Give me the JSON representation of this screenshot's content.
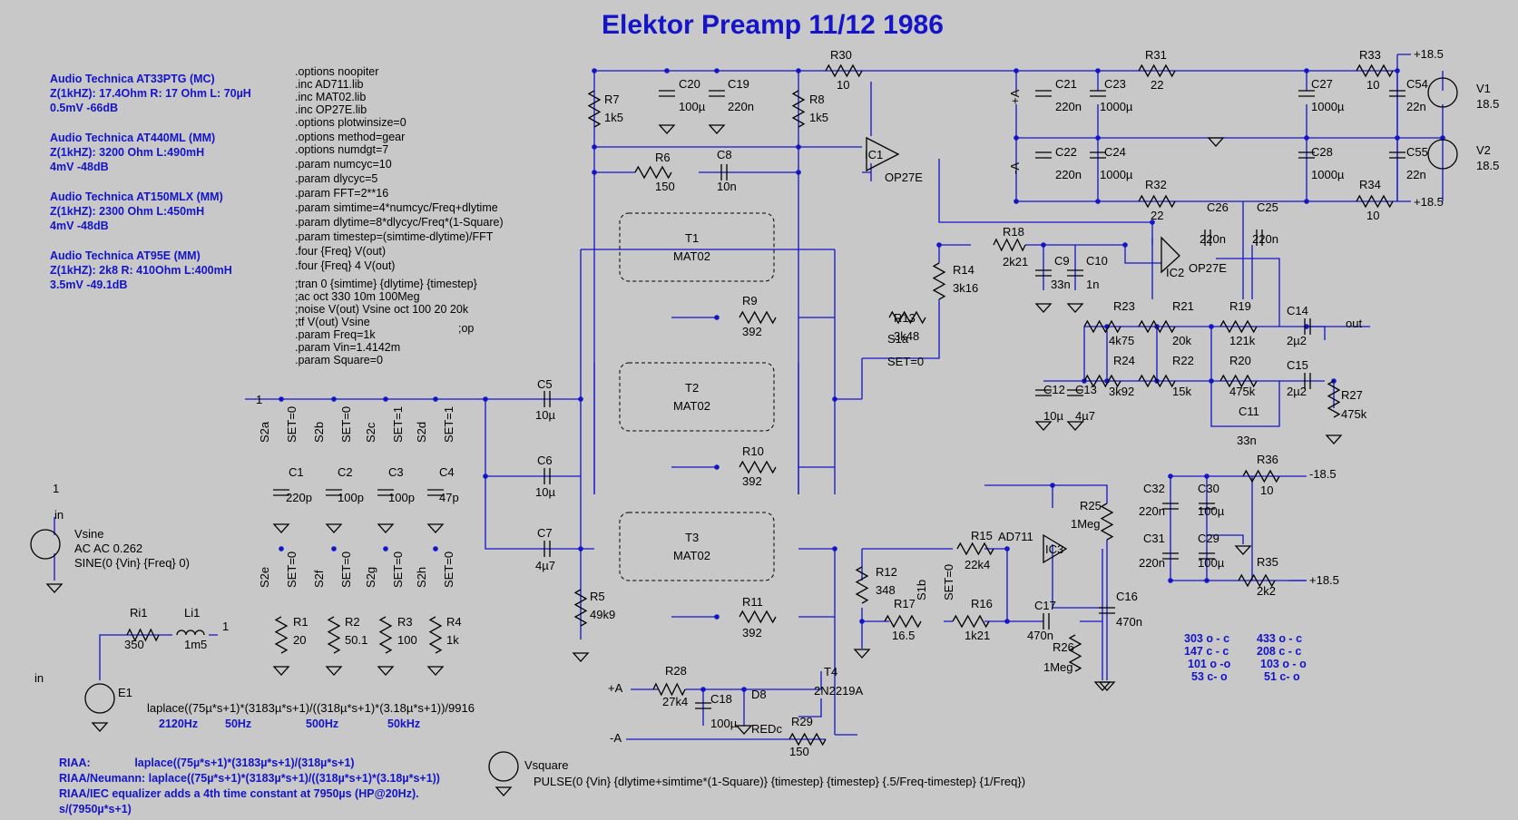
{
  "title": "Elektor Preamp 11/12 1986",
  "cartridges": [
    {
      "name": "Audio Technica AT33PTG (MC)",
      "spec": "Z(1kHZ): 17.4Ohm R: 17 Ohm L: 70µH",
      "level": "0.5mV -66dB"
    },
    {
      "name": "Audio Technica AT440ML (MM)",
      "spec": "Z(1kHZ): 3200 Ohm L:490mH",
      "level": "4mV -48dB"
    },
    {
      "name": "Audio Technica AT150MLX (MM)",
      "spec": "Z(1kHZ): 2300 Ohm L:450mH",
      "level": "4mV -48dB"
    },
    {
      "name": "Audio Technica AT95E (MM)",
      "spec": "Z(1kHZ): 2k8 R: 410Ohm  L:400mH",
      "level": "3.5mV -49.1dB"
    }
  ],
  "directives": [
    ".options noopiter",
    ".inc AD711.lib",
    ".inc MAT02.lib",
    ".inc OP27E.lib",
    ".options plotwinsize=0",
    ".options method=gear",
    ".options numdgt=7",
    ".param numcyc=10",
    ".param dlycyc=5",
    ".param FFT=2**16",
    ".param simtime=4*numcyc/Freq+dlytime",
    ".param dlytime=8*dlycyc/Freq*(1-Square)",
    ".param timestep=(simtime-dlytime)/FFT",
    ".four {Freq} V(out)",
    ".four {Freq} 4 V(out)",
    ";tran 0 {simtime} {dlytime} {timestep}",
    ";ac oct 330 10m 100Meg",
    ";noise V(out) Vsine oct 100 20 20k",
    ";tf V(out) Vsine",
    ".param Freq=1k",
    ".param Vin=1.4142m",
    ".param Square=0"
  ],
  "op_note": ";op",
  "sources": {
    "vsine_name": "Vsine",
    "vsine_ac": "AC AC 0.262",
    "vsine_sine": "SINE(0 {Vin} {Freq} 0)",
    "vsquare_name": "Vsquare",
    "vsquare_pulse": "PULSE(0 {Vin} {dlytime+simtime*(1-Square)} {timestep} {timestep} {.5/Freq-timestep} {1/Freq})",
    "e1_name": "E1",
    "e1_expr": "laplace((75µ*s+1)*(3183µ*s+1)/((318µ*s+1)*(3.18µ*s+1))/9916",
    "node_in": "in",
    "node_1": "1",
    "port_1": "1",
    "out": "out"
  },
  "freq_labels": [
    "2120Hz",
    "50Hz",
    "500Hz",
    "50kHz"
  ],
  "riaa": [
    "RIAA:              laplace((75µ*s+1)*(3183µ*s+1)/(318µ*s+1)",
    "RIAA/Neumann: laplace((75µ*s+1)*(3183µ*s+1)/((318µ*s+1)*(3.18µ*s+1))",
    "RIAA/IEC equalizer adds a 4th time constant at 7950µs (HP@20Hz).",
    "s/(7950µ*s+1)"
  ],
  "switch_codes": [
    [
      "303 o - c",
      "433 o - c"
    ],
    [
      "147 c - c",
      "208 c - c"
    ],
    [
      "101 o -o",
      "103 o - o"
    ],
    [
      "53 c- o",
      "51 c- o"
    ]
  ],
  "supply": {
    "p": "+18.5",
    "n": "-18.5",
    "p2": "18.5",
    "pa": "+A",
    "na": "-A",
    "v1": "V1",
    "v2": "V2",
    "v1val": "18.5",
    "v2val": "18.5"
  },
  "ics": {
    "ic1": "IC1",
    "ic1type": "OP27E",
    "ic2": "IC2",
    "ic2type": "OP27E",
    "ic3": "IC3",
    "ic3type": "AD711"
  },
  "transistors": [
    {
      "ref": "T1",
      "type": "MAT02"
    },
    {
      "ref": "T2",
      "type": "MAT02"
    },
    {
      "ref": "T3",
      "type": "MAT02"
    },
    {
      "ref": "T4",
      "type": "2N2219A"
    }
  ],
  "components": {
    "R7": "1k5",
    "R8": "1k5",
    "R30": "10",
    "R31": "22",
    "R33": "10",
    "R32": "22",
    "R34": "10",
    "R6": "150",
    "R9": "392",
    "R10": "392",
    "R11": "392",
    "R13": "3k48",
    "R14": "3k16",
    "R18": "2k21",
    "R23": "4k75",
    "R21": "20k",
    "R19": "121k",
    "R24": "3k92",
    "R22": "15k",
    "R20": "475k",
    "R27": "475k",
    "R36": "10",
    "R25": "1Meg",
    "R26": "1Meg",
    "R35": "2k2",
    "R15": "22k4",
    "R16": "1k21",
    "R17": "16.5",
    "R12": "348",
    "R5": "49k9",
    "R28": "27k4",
    "R29": "150",
    "R1": "20",
    "R2": "50.1",
    "R3": "100",
    "R4": "1k",
    "Ri1": "350",
    "Li1": "1m5",
    "C20": "100µ",
    "C19": "220n",
    "C8": "10n",
    "C21": "220n",
    "C23": "1000µ",
    "C22": "220n",
    "C24": "1000µ",
    "C27": "1000µ",
    "C28": "1000µ",
    "C54": "22n",
    "C55": "22n",
    "C26": "220n",
    "C25": "220n",
    "C9": "33n",
    "C10": "1n",
    "C14": "2µ2",
    "C15": "2µ2",
    "C12": "10µ",
    "C13": "4µ7",
    "C11": "33n",
    "C32": "220n",
    "C30": "100µ",
    "C31": "220n",
    "C29": "100µ",
    "C16": "470n",
    "C17": "470n",
    "C5": "10µ",
    "C6": "10µ",
    "C7": "4µ7",
    "C1": "220p",
    "C2": "100p",
    "C3": "100p",
    "C4": "47p",
    "C18": "100µ",
    "D8": "D8",
    "D8val": "REDc"
  },
  "switches": [
    {
      "ref": "S2a",
      "set": "SET=0"
    },
    {
      "ref": "S2b",
      "set": "SET=0"
    },
    {
      "ref": "S2c",
      "set": "SET=1"
    },
    {
      "ref": "S2d",
      "set": "SET=1"
    },
    {
      "ref": "S2e",
      "set": "SET=0"
    },
    {
      "ref": "S2f",
      "set": "SET=0"
    },
    {
      "ref": "S2g",
      "set": "SET=0"
    },
    {
      "ref": "S2h",
      "set": "SET=0"
    },
    {
      "ref": "S1a",
      "set": "SET=0"
    },
    {
      "ref": "S1b",
      "set": "SET=0"
    }
  ],
  "colors": {
    "wire": "#1414c8",
    "background": "#c8c8c8",
    "text": "#000000",
    "title": "#1414c8"
  }
}
